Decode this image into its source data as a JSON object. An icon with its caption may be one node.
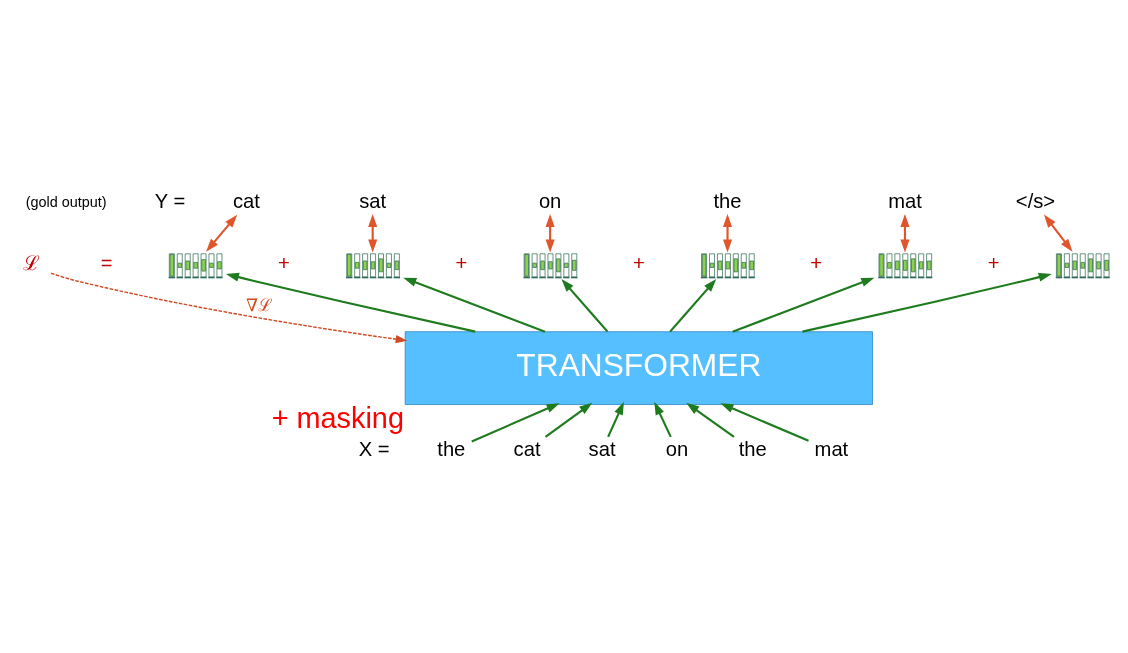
{
  "diagram": {
    "nodes": [
      {
        "text": [
          "cat"
        ]
      },
      {
        "text": [
          "sat"
        ]
      },
      {
        "text": [
          "on"
        ]
      },
      {
        "text": [
          "the"
        ]
      },
      {
        "text": [
          "mat"
        ]
      },
      {
        "text": [
          "</s>"
        ]
      },
      {
        "text": [
          "ℒ"
        ]
      },
      {
        "text": [],
        "shape": "picture"
      },
      {
        "text": [],
        "shape": "picture"
      },
      {
        "text": [],
        "shape": "picture"
      },
      {
        "text": [],
        "shape": "picture"
      },
      {
        "text": [],
        "shape": "picture"
      },
      {
        "text": [],
        "shape": "picture"
      },
      {
        "text": [
          "TRANSFORMER"
        ],
        "beside": [
          "+ masking"
        ]
      },
      {
        "text": [
          "the"
        ]
      },
      {
        "text": [
          "cat"
        ]
      },
      {
        "text": [
          "sat"
        ]
      },
      {
        "text": [
          "on"
        ]
      },
      {
        "text": [
          "the"
        ]
      },
      {
        "text": [
          "mat"
        ]
      }
    ],
    "edges": [
      {
        "from": 14,
        "to": 13,
        "arrow": "to"
      },
      {
        "from": 15,
        "to": 13,
        "arrow": "to"
      },
      {
        "from": 16,
        "to": 13,
        "arrow": "to"
      },
      {
        "from": 17,
        "to": 13,
        "arrow": "to"
      },
      {
        "from": 18,
        "to": 13,
        "arrow": "to"
      },
      {
        "from": 19,
        "to": 13,
        "arrow": "to"
      },
      {
        "from": 13,
        "to": 7,
        "arrow": "to"
      },
      {
        "from": 13,
        "to": 8,
        "arrow": "to"
      },
      {
        "from": 13,
        "to": 9,
        "arrow": "to"
      },
      {
        "from": 13,
        "to": 10,
        "arrow": "to"
      },
      {
        "from": 13,
        "to": 11,
        "arrow": "to"
      },
      {
        "from": 13,
        "to": 12,
        "arrow": "to"
      },
      {
        "from": 7,
        "to": 0,
        "arrow": "both",
        "color": "#e0562c"
      },
      {
        "from": 8,
        "to": 1,
        "arrow": "both",
        "color": "#e0562c"
      },
      {
        "from": 9,
        "to": 2,
        "arrow": "both",
        "color": "#e0562c"
      },
      {
        "from": 10,
        "to": 3,
        "arrow": "both",
        "color": "#e0562c"
      },
      {
        "from": 11,
        "to": 4,
        "arrow": "both",
        "color": "#e0562c"
      },
      {
        "from": 12,
        "to": 5,
        "arrow": "both",
        "color": "#e0562c"
      },
      {
        "from": 6,
        "to": 13,
        "arrow": "to",
        "style": "dashed",
        "color": "#d04a24",
        "label": "∇ℒ"
      }
    ],
    "labels": [
      "(gold output)",
      "Y =",
      "=",
      "+",
      "+",
      "+",
      "+",
      "+",
      "X ="
    ]
  }
}
